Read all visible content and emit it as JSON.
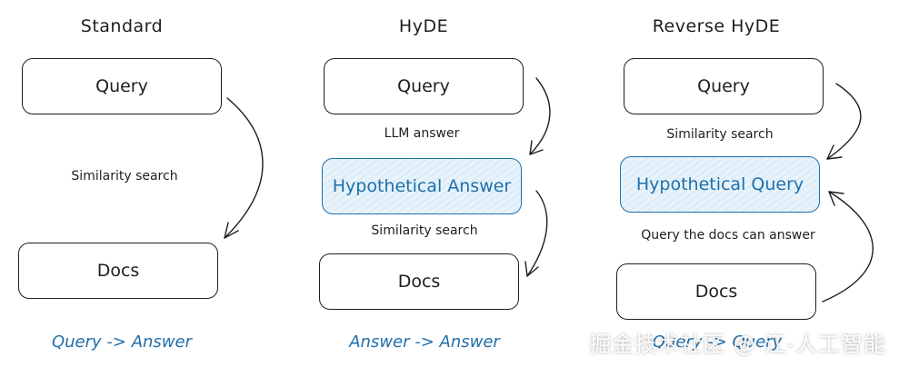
{
  "columns": [
    {
      "title": "Standard",
      "query_box": "Query",
      "search_label": "Similarity search",
      "docs_box": "Docs",
      "footer": "Query -> Answer"
    },
    {
      "title": "HyDE",
      "query_box": "Query",
      "llm_label": "LLM answer",
      "hypo_box": "Hypothetical Answer",
      "search_label": "Similarity search",
      "docs_box": "Docs",
      "footer": "Answer -> Answer"
    },
    {
      "title": "Reverse HyDE",
      "query_box": "Query",
      "search_label": "Similarity search",
      "hypo_box": "Hypothetical Query",
      "docs_label": "Query the docs can answer",
      "docs_box": "Docs",
      "footer": "Query -> Query"
    }
  ],
  "watermark": "掘金技术社区 @ 江-人工智能",
  "colors": {
    "accent": "#1f6fab",
    "highlight_fill": "#e7f3fb",
    "ink": "#1e1e1e"
  }
}
